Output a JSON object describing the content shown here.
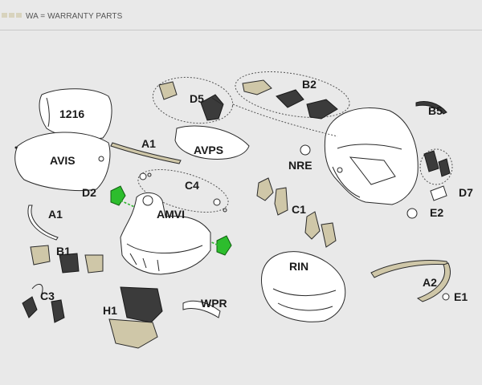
{
  "legend": {
    "text": "WA = WARRANTY PARTS",
    "swatch_colors": [
      "#d8d3bd",
      "#d8d3bd",
      "#d8d3bd"
    ]
  },
  "labels": {
    "p1216": "1216",
    "avis": "AVIS",
    "a1_top": "A1",
    "avps": "AVPS",
    "d5": "D5",
    "b2": "B2",
    "b5": "B5",
    "nre": "NRE",
    "d7": "D7",
    "e2": "E2",
    "a1_left": "A1",
    "d2": "D2",
    "c4": "C4",
    "amvi": "AMVI",
    "c1": "C1",
    "b1": "B1",
    "rin": "RIN",
    "a2": "A2",
    "e1": "E1",
    "c3": "C3",
    "h1": "H1",
    "wpr": "WPR"
  },
  "colors": {
    "background": "#e9e9e9",
    "warranty_part_fill": "#cfc7a8",
    "highlight_green": "#2dbd2d",
    "dark_part": "#3b3b3b"
  }
}
